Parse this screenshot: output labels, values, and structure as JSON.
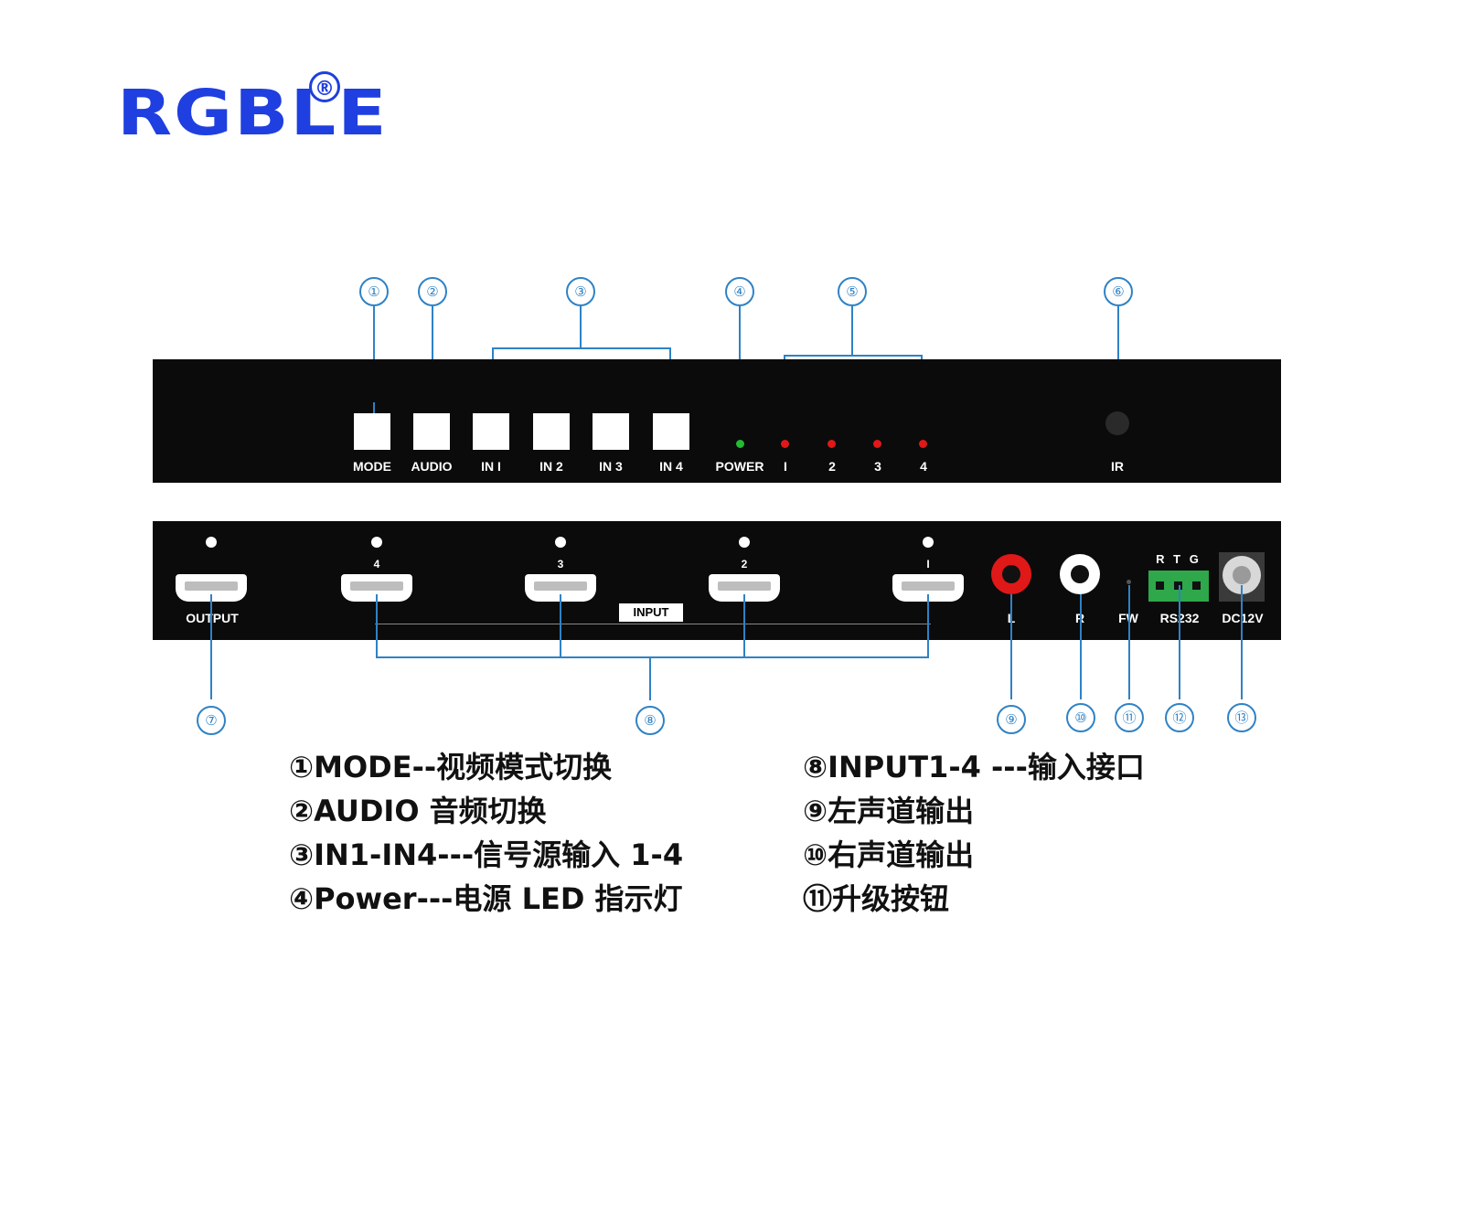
{
  "brand": {
    "name": "RGBLE",
    "registered": "®"
  },
  "callouts": [
    "①",
    "②",
    "③",
    "④",
    "⑤",
    "⑥",
    "⑦",
    "⑧",
    "⑨",
    "⑩",
    "⑪",
    "⑫",
    "⑬"
  ],
  "front_panel": {
    "buttons": [
      "MODE",
      "AUDIO",
      "IN I",
      "IN 2",
      "IN 3",
      "IN 4"
    ],
    "power_label": "POWER",
    "input_leds": [
      "I",
      "2",
      "3",
      "4"
    ],
    "ir_label": "IR"
  },
  "rear_panel": {
    "output_label": "OUTPUT",
    "input_numbers": [
      "4",
      "3",
      "2",
      "I"
    ],
    "input_label": "INPUT",
    "audio_left": "L",
    "audio_right": "R",
    "fw_label": "FW",
    "rs232_pins": "R T G",
    "rs232_label": "RS232",
    "dc_label": "DC12V"
  },
  "legend": {
    "left": [
      "①MODE--视频模式切换",
      "②AUDIO 音频切换",
      "③IN1-IN4---信号源输入 1-4",
      "④Power---电源 LED 指示灯"
    ],
    "right": [
      "⑧INPUT1-4 ---输入接口",
      "⑨左声道输出",
      "⑩右声道输出",
      "⑪升级按钮"
    ]
  },
  "colors": {
    "brand_blue": "#1f3fe0",
    "callout_blue": "#2f82c5",
    "panel": "#0b0b0b",
    "power_led": "#22bb33",
    "input_led": "#e01818",
    "terminal_green": "#2ea84a"
  }
}
